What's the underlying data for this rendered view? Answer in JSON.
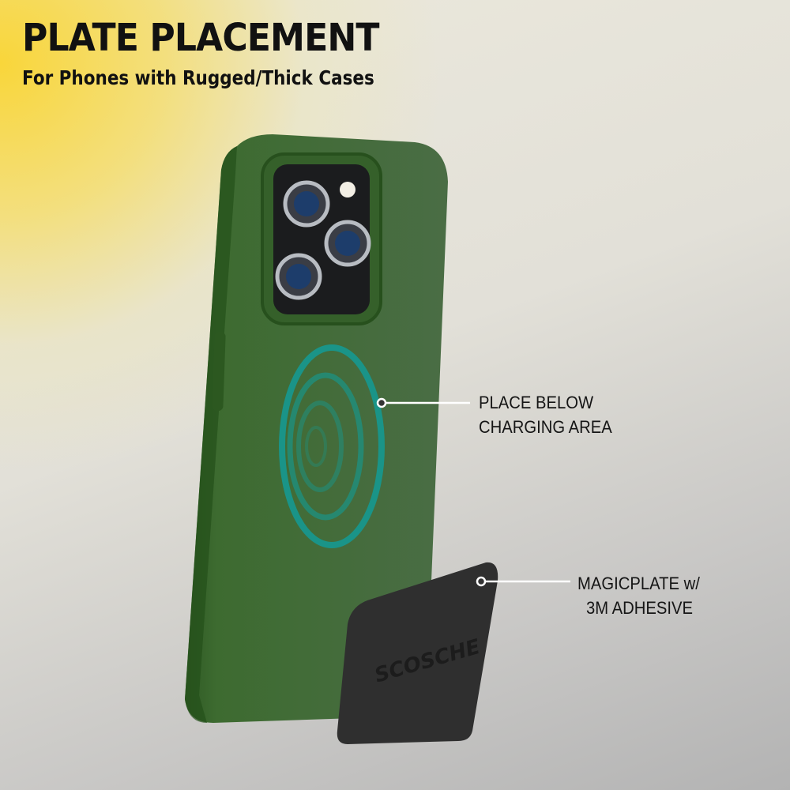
{
  "header": {
    "title": "PLATE PLACEMENT",
    "subtitle": "For Phones with Rugged/Thick Cases"
  },
  "callouts": [
    {
      "line1": "PLACE BELOW",
      "line2": "CHARGING AREA"
    },
    {
      "line1": "MAGICPLATE w/",
      "line2": "3M ADHESIVE"
    }
  ],
  "plate": {
    "logo_text": "SCOSCHE"
  },
  "colors": {
    "case_green": "#3f6a32",
    "ring_teal": "#1a9488",
    "plate_black": "#2f2f2f",
    "background_yellow": "#f9d63a"
  }
}
